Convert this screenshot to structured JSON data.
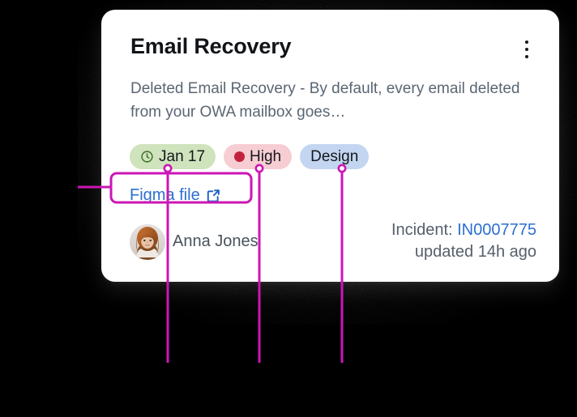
{
  "card": {
    "title": "Email Recovery",
    "description": "Deleted Email Recovery - By default, every email deleted from your OWA mailbox goes…",
    "menu_icon": "kebab-menu-icon",
    "badges": [
      {
        "label": "Jan 17",
        "icon": "clock-icon",
        "bg": "#cfe3bc",
        "fg": "#14181d"
      },
      {
        "label": "High",
        "icon": "dot-icon",
        "bg": "#f6cdd3",
        "fg": "#14181d"
      },
      {
        "label": "Design",
        "icon": "",
        "bg": "#c3d5f0",
        "fg": "#14181d"
      }
    ],
    "link": {
      "label": "Figma file",
      "icon": "external-link-icon",
      "color": "#2c6fd1"
    },
    "author": {
      "name": "Anna Jones",
      "avatar": "anna-jones-avatar"
    },
    "incident": {
      "prefix": "Incident:",
      "id": "IN0007775",
      "id_color": "#2c6fd1",
      "updated": "updated 14h ago"
    }
  },
  "annotations": {
    "color": "#cc16b5",
    "highlight_box": "figma-file",
    "callout_count": 4
  },
  "colors": {
    "background": "#000000",
    "card": "#ffffff",
    "title": "#111418",
    "description": "#5a6673",
    "accent_link": "#2c6fd1",
    "annotation": "#cc16b5"
  }
}
